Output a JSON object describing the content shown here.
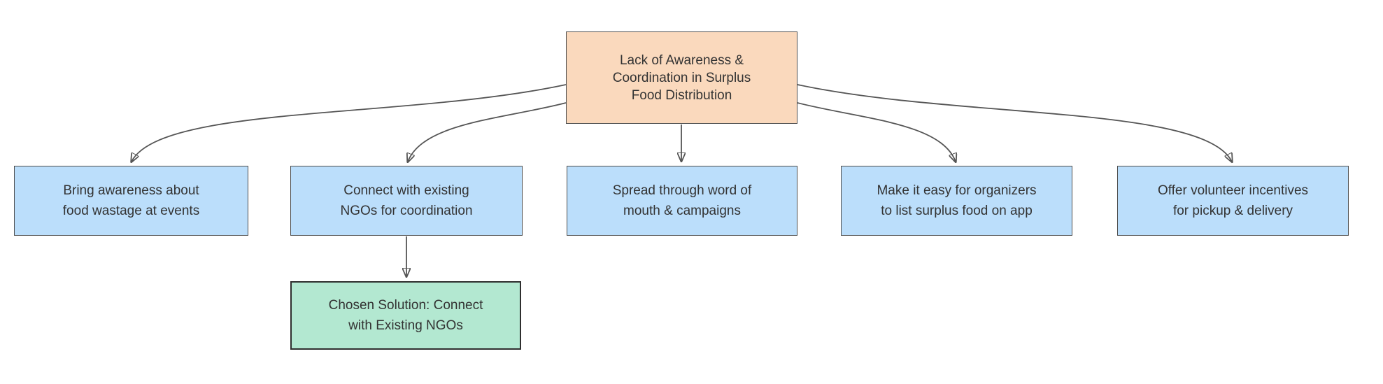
{
  "diagram": {
    "type": "flowchart",
    "direction": "top-down",
    "colors": {
      "problem_fill": "#FAD9BD",
      "option_fill": "#BBDEFB",
      "chosen_fill": "#B3E8D1",
      "node_border": "#4D4D4D",
      "chosen_border": "#2F2F2F",
      "edge_stroke": "#555555",
      "text": "#333333",
      "background": "#FFFFFF"
    },
    "edges": [
      {
        "from": "problem",
        "to": "option1"
      },
      {
        "from": "problem",
        "to": "option2"
      },
      {
        "from": "problem",
        "to": "option3"
      },
      {
        "from": "problem",
        "to": "option4"
      },
      {
        "from": "problem",
        "to": "option5"
      },
      {
        "from": "option2",
        "to": "chosen"
      }
    ]
  },
  "nodes": {
    "problem": {
      "text": "Lack of Awareness & Coordination in Surplus Food Distribution",
      "lines": [
        "Lack of Awareness &",
        "Coordination in Surplus",
        "Food Distribution"
      ]
    },
    "option1": {
      "text": "Bring awareness about food wastage at events",
      "lines": [
        "Bring awareness about",
        "food wastage at events"
      ]
    },
    "option2": {
      "text": "Connect with existing NGOs for coordination",
      "lines": [
        "Connect with existing",
        "NGOs for coordination"
      ]
    },
    "option3": {
      "text": "Spread through word of mouth & campaigns",
      "lines": [
        "Spread through word of",
        "mouth & campaigns"
      ]
    },
    "option4": {
      "text": "Make it easy for organizers to list surplus food on app",
      "lines": [
        "Make it easy for organizers",
        "to list surplus food on app"
      ]
    },
    "option5": {
      "text": "Offer volunteer incentives for pickup & delivery",
      "lines": [
        "Offer volunteer incentives",
        "for pickup & delivery"
      ]
    },
    "chosen": {
      "text": "Chosen Solution: Connect with Existing NGOs",
      "lines": [
        "Chosen Solution: Connect",
        "with Existing NGOs"
      ]
    }
  }
}
